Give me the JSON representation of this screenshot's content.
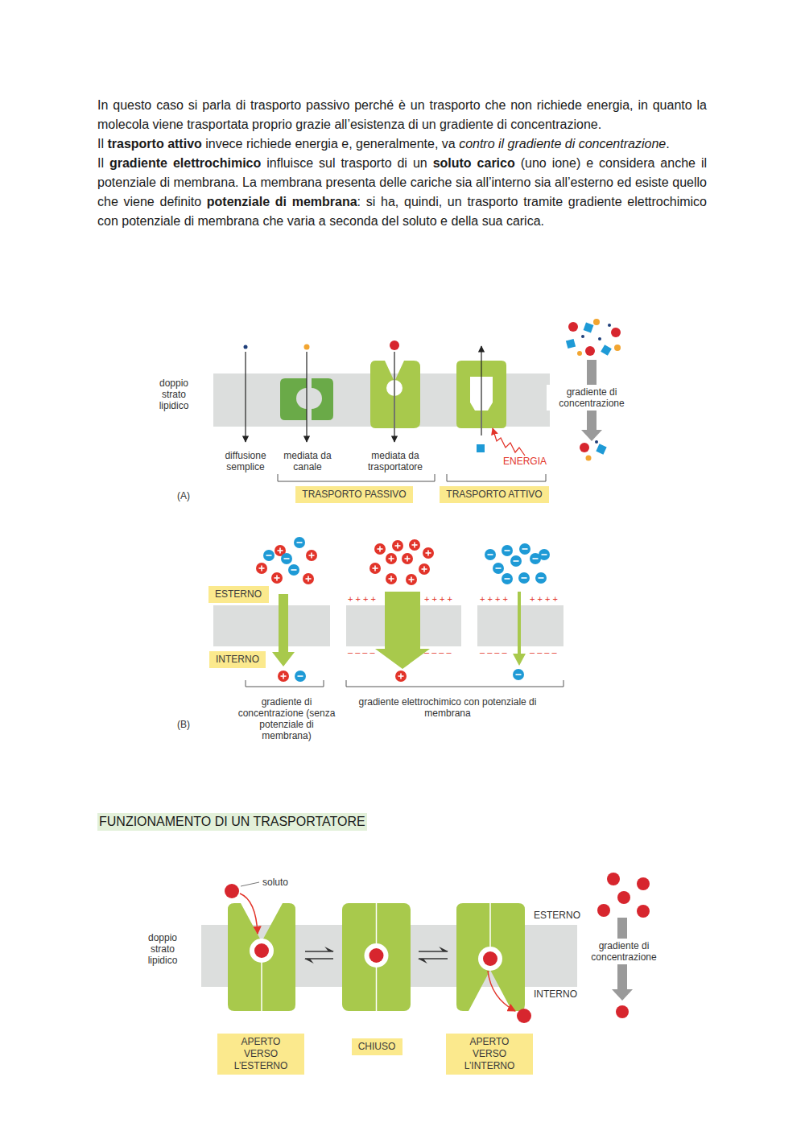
{
  "diagram": {
    "nodes": [
      {
        "text": [
          "TRASPORTO PASSIVO"
        ]
      },
      {
        "text": [
          "TRASPORTO ATTIVO"
        ]
      },
      {
        "text": [
          "ESTERNO"
        ]
      },
      {
        "text": [
          "INTERNO"
        ]
      },
      {
        "text": [
          "APERTO VERSO L’ESTERNO"
        ]
      },
      {
        "text": [
          "CHIUSO"
        ]
      },
      {
        "text": [
          "APERTO VERSO L’INTERNO"
        ]
      }
    ],
    "labels": [
      "In questo caso si parla di trasporto passivo perché è un trasporto che non richiede energia, in quanto la molecola viene trasportata proprio grazie all’esistenza di un gradiente di concentrazione.",
      "Il",
      "trasporto attivo",
      "invece richiede energia e, generalmente, va",
      "contro il gradiente di concentrazione",
      ".",
      "Il",
      "gradiente elettrochimico",
      "influisce sul trasporto di un",
      "soluto carico",
      "(uno ione) e considera anche il potenziale di membrana. La membrana presenta delle cariche sia all’interno sia all’esterno ed esiste quello che viene definito",
      "potenziale di membrana",
      ": si ha, quindi, un trasporto tramite gradiente elettrochimico con potenziale di membrana che varia a seconda del soluto e della sua carica.",
      "doppio strato lipidico",
      "diffusione semplice",
      "mediata da canale",
      "mediata da trasportatore",
      "ENERGIA",
      "gradiente di concentrazione",
      "(A)",
      "+ + + +",
      "+ + + +",
      "+ + + +",
      "+ + + +",
      "– – – –",
      "– – – –",
      "– – – –",
      "– – – –",
      "gradiente di concentrazione (senza potenziale di membrana)",
      "gradiente elettrochimico con potenziale di membrana",
      "(B)",
      "FUNZIONAMENTO DI UN TRASPORTATORE",
      "soluto",
      "doppio strato lipidico",
      "ESTERNO",
      "INTERNO",
      "gradiente di concentrazione"
    ]
  }
}
